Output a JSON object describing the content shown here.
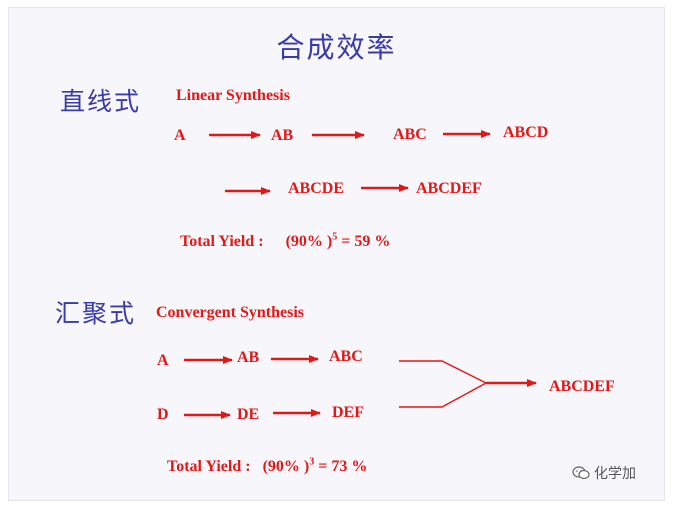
{
  "title": "合成效率",
  "linear": {
    "cn_label": "直线式",
    "en_label": "Linear Synthesis",
    "nodes": [
      "A",
      "AB",
      "ABC",
      "ABCD",
      "ABCDE",
      "ABCDEF"
    ],
    "yield_label": "Total Yield :",
    "yield_base": "(90% )",
    "yield_exp": "5",
    "yield_result": "=  59 %"
  },
  "convergent": {
    "cn_label": "汇聚式",
    "en_label": "Convergent Synthesis",
    "branch1_nodes": [
      "A",
      "AB",
      "ABC"
    ],
    "branch2_nodes": [
      "D",
      "DE",
      "DEF"
    ],
    "product": "ABCDEF",
    "yield_label": "Total Yield :",
    "yield_base": "(90% )",
    "yield_exp": "3",
    "yield_result": "=  73 %"
  },
  "watermark": {
    "text": "化学加",
    "icon": "wechat-icon"
  },
  "colors": {
    "title": "#3a3aa8",
    "accent": "#e21818",
    "background": "#f7f7fb"
  }
}
